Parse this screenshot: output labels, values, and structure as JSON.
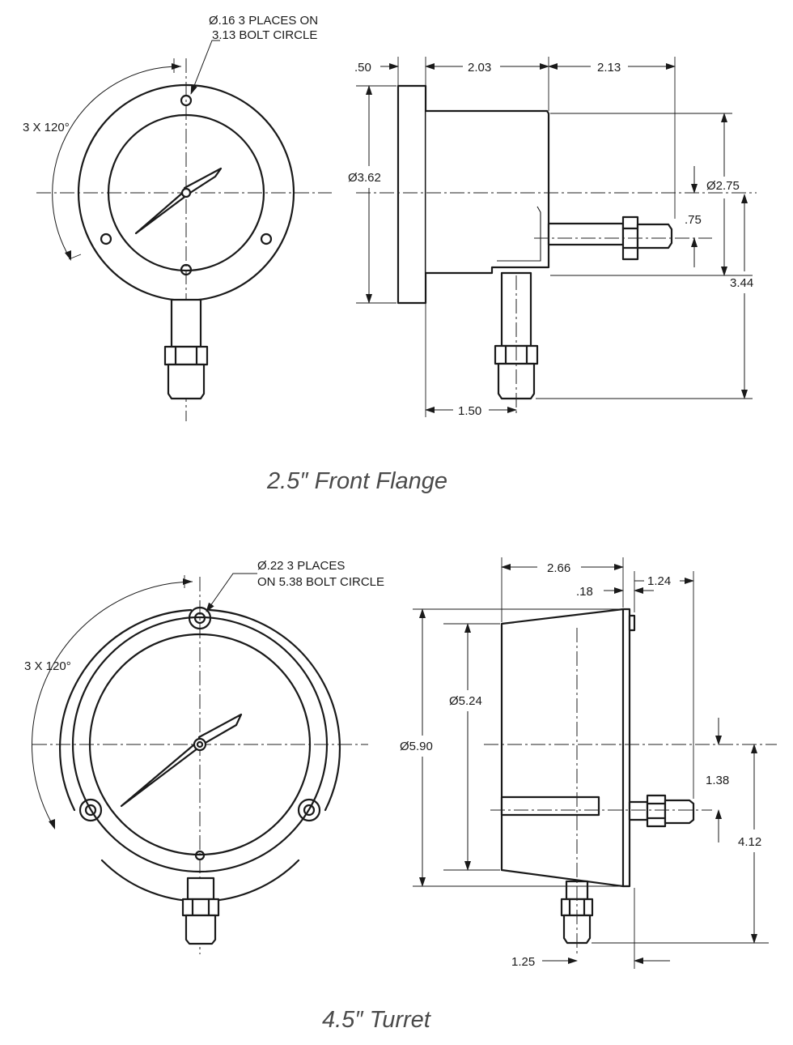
{
  "top": {
    "caption": "2.5″ Front Flange",
    "front": {
      "hole_note_1": "Ø.16 3 PLACES ON",
      "hole_note_2": "3.13 BOLT CIRCLE",
      "angle": "3 X 120°"
    },
    "side": {
      "flange_thickness": ".50",
      "case_depth": "2.03",
      "back_connection": "2.13",
      "flange_diameter": "Ø3.62",
      "case_diameter": "Ø2.75",
      "back_offset": ".75",
      "overall_height": "3.44",
      "bottom_connection": "1.50"
    }
  },
  "bottom": {
    "caption": "4.5″ Turret",
    "front": {
      "hole_note_1": "Ø.22  3 PLACES",
      "hole_note_2": "ON 5.38 BOLT CIRCLE",
      "angle": "3 X 120°"
    },
    "side": {
      "case_depth": "2.66",
      "lip": ".18",
      "back_connection": "1.24",
      "inner_diameter": "Ø5.24",
      "outer_diameter": "Ø5.90",
      "back_offset": "1.38",
      "overall_height": "4.12",
      "bottom_connection": "1.25"
    }
  }
}
